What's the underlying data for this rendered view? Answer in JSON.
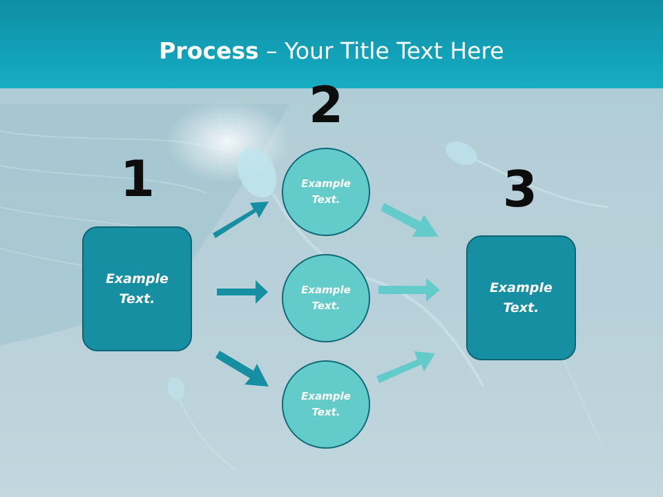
{
  "slide": {
    "title_bold": "Process",
    "title_rest": " – Your Title Text Here",
    "numbers": [
      "1",
      "2",
      "3"
    ],
    "left_box": {
      "label": "Example\nText."
    },
    "right_box": {
      "label": "Example\nText."
    },
    "circles": [
      {
        "label": "Example\nText."
      },
      {
        "label": "Example\nText."
      },
      {
        "label": "Example\nText."
      }
    ]
  },
  "colors": {
    "title_band": "#13a4bb",
    "box_fill": "#178fa3",
    "circle_fill": "#63ccca",
    "left_arrows": "#178fa3",
    "right_arrows": "#63ccca"
  }
}
